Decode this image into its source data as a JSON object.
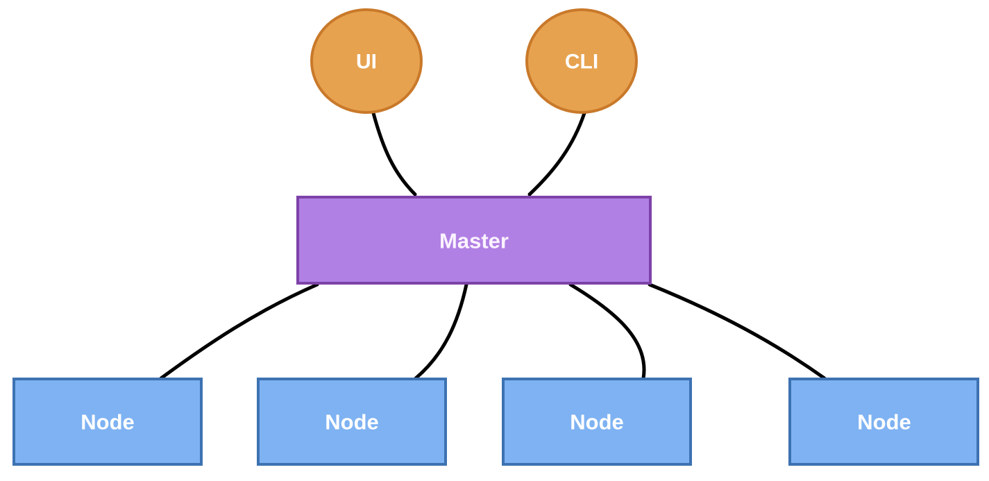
{
  "clients": [
    {
      "id": "ui",
      "label": "UI"
    },
    {
      "id": "cli",
      "label": "CLI"
    }
  ],
  "master": {
    "label": "Master"
  },
  "nodes": [
    {
      "id": "node-1",
      "label": "Node"
    },
    {
      "id": "node-2",
      "label": "Node"
    },
    {
      "id": "node-3",
      "label": "Node"
    },
    {
      "id": "node-4",
      "label": "Node"
    }
  ],
  "edges": [
    {
      "from": "ui",
      "to": "master"
    },
    {
      "from": "cli",
      "to": "master"
    },
    {
      "from": "master",
      "to": "node-1"
    },
    {
      "from": "master",
      "to": "node-2"
    },
    {
      "from": "master",
      "to": "node-3"
    },
    {
      "from": "master",
      "to": "node-4"
    }
  ],
  "colors": {
    "client_fill": "#e7a24f",
    "client_stroke": "#c9792a",
    "master_fill": "#b180e4",
    "master_stroke": "#7d42a8",
    "node_fill": "#7eb2f2",
    "node_stroke": "#3d72b2",
    "connector": "#000000",
    "label_text": "#ffffff"
  }
}
